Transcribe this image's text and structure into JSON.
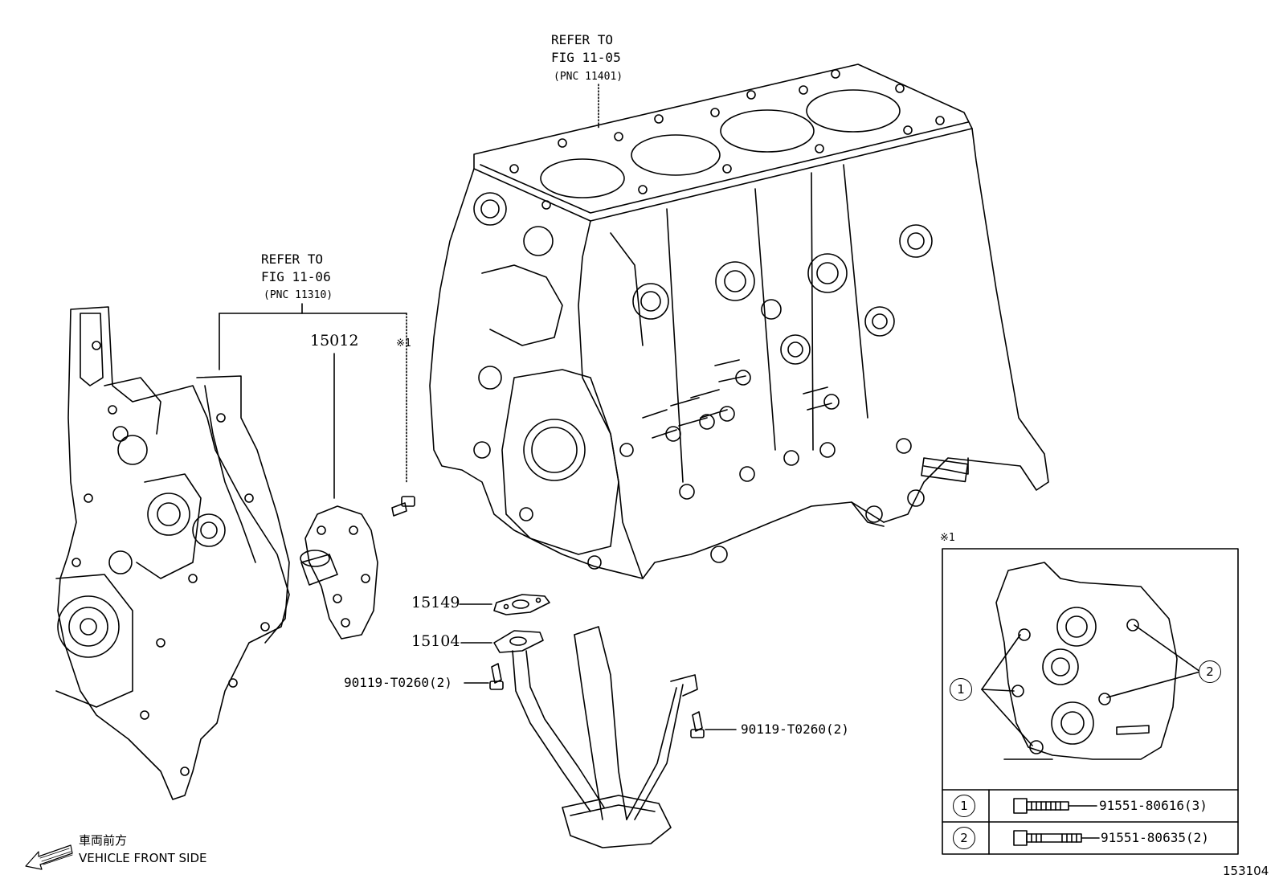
{
  "refs": {
    "block": {
      "line1": "REFER TO",
      "line2": "FIG 11-05",
      "line3": "(PNC 11401)"
    },
    "cover": {
      "line1": "REFER TO",
      "line2": "FIG 11-06",
      "line3": "(PNC 11310)"
    }
  },
  "parts": {
    "water_pump": "15012",
    "gasket": "15149",
    "oil_strainer": "15104",
    "bolt_left": "90119-T0260(2)",
    "bolt_right": "90119-T0260(2)"
  },
  "note_mark": "※1",
  "detail": {
    "mark": "※1",
    "callout_1": "1",
    "callout_2": "2",
    "rows": [
      {
        "index": "1",
        "part": "91551-80616(3)"
      },
      {
        "index": "2",
        "part": "91551-80635(2)"
      }
    ]
  },
  "front": {
    "jp": "車両前方",
    "en": "VEHICLE FRONT SIDE"
  },
  "illustration_id": "153104"
}
